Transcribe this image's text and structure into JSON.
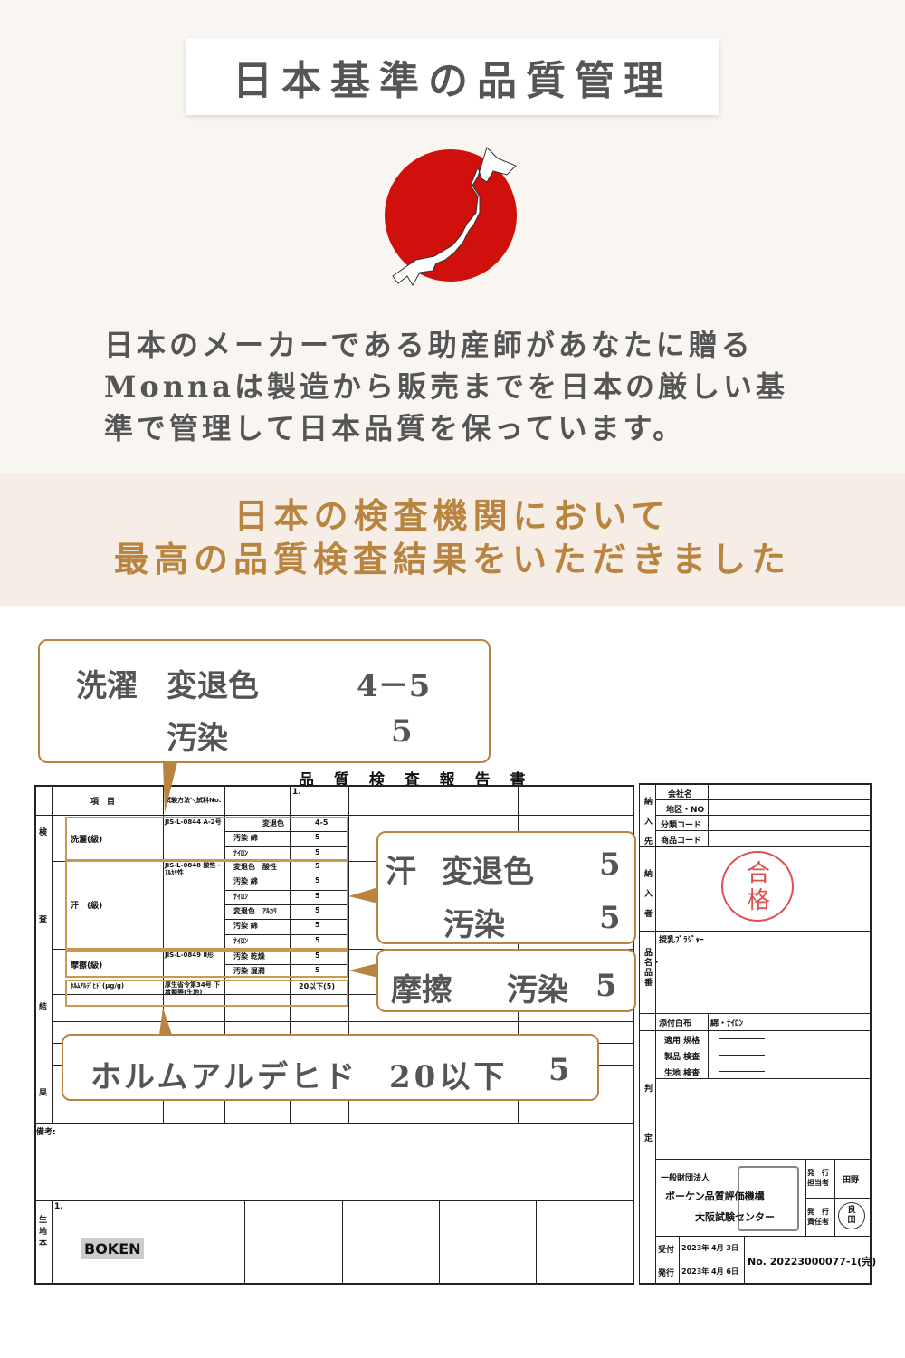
{
  "header": {
    "title": "日本基準の品質管理",
    "intro": "日本のメーカーである助産師があなたに贈るMonnaは製造から販売までを日本の厳しい基準で管理して日本品質を保っています。"
  },
  "band": {
    "line1": "日本の検査機関において",
    "line2": "最高の品質検査結果をいただきました"
  },
  "colors": {
    "accent": "#b8843f",
    "japan_red": "#d0100c",
    "stamp_red": "#e05050"
  },
  "callouts": {
    "washing": {
      "label": "洗濯",
      "sub1": "変退色",
      "val1": "4－5",
      "sub2": "汚染",
      "val2": "5"
    },
    "sweat": {
      "label": "汗",
      "sub1": "変退色",
      "val1": "5",
      "sub2": "汚染",
      "val2": "5"
    },
    "abrasion": {
      "label": "摩擦",
      "sub1": "汚染",
      "val1": "5"
    },
    "formaldehyde": {
      "label": "ホルムアルデヒド",
      "limit": "20以下",
      "val": "5"
    }
  },
  "report": {
    "title": "品 質 検 査 報 告 書",
    "side_label": [
      "検",
      "査",
      "結",
      "果"
    ],
    "col_item": "項　目",
    "col_method": "試験方法＼試料No.",
    "col_sample": "1.",
    "rows": [
      {
        "item": "洗濯(級)",
        "method": "JIS-L-0844 A-2号",
        "tests": [
          [
            "変退色",
            "4-5"
          ],
          [
            "汚染 綿",
            "5"
          ],
          [
            "ﾅｲﾛﾝ",
            "5"
          ]
        ]
      },
      {
        "item": "汗　(級)",
        "method": "JIS-L-0848 酸性・ｱﾙｶﾘ性",
        "tests": [
          [
            "変退色　酸性",
            "5"
          ],
          [
            "汚染 綿",
            "5"
          ],
          [
            "ﾅｲﾛﾝ",
            "5"
          ],
          [
            "変退色　ｱﾙｶﾘ",
            "5"
          ],
          [
            "汚染 綿",
            "5"
          ],
          [
            "ﾅｲﾛﾝ",
            "5"
          ]
        ]
      },
      {
        "item": "摩擦(級)",
        "method": "JIS-L-0849 Ⅱ形",
        "tests": [
          [
            "汚染 乾燥",
            "5"
          ],
          [
            "汚染 湿潤",
            "5"
          ]
        ]
      },
      {
        "item": "ﾎﾙﾑｱﾙﾃﾞﾋﾄﾞ(μg/g)",
        "method": "厚生省令第34号 下着類等(生地)",
        "tests": [
          [
            "",
            "20以下(5)"
          ]
        ]
      }
    ],
    "remarks": "備考:",
    "bottom_side": "生地本",
    "bottom_no": "1.",
    "bottom_logo": "BOKEN",
    "right": {
      "nyunyu_saki": [
        "納",
        "入",
        "先"
      ],
      "company": "会社名",
      "area": "地区・NO",
      "class_code": "分類コード",
      "product_code": "商品コード",
      "nyunyu_sha": [
        "納",
        "入",
        "者"
      ],
      "stamp": "合格",
      "hinmei_label": "品名・品番",
      "product": "授乳ﾌﾞﾗｼﾞｬｰ",
      "cloth_label": "添付白布",
      "cloth": "綿・ﾅｲﾛﾝ",
      "checks": [
        "適用 規格",
        "製品 検査",
        "生地 検査"
      ],
      "hantei": [
        "判",
        "定"
      ],
      "org1": "一般財団法人",
      "org2": "ボーケン品質評価機構",
      "org3": "大阪試験センター",
      "issuer_label": "発　行 担当者",
      "issuer": "田野",
      "resp_label": "発　行 責任者",
      "resp_seal": "良田",
      "received_label": "受付",
      "received": "2023年 4月 3日",
      "issued_label": "発行",
      "issued": "2023年 4月 6日",
      "number": "No. 20223000077-1(完)"
    }
  }
}
